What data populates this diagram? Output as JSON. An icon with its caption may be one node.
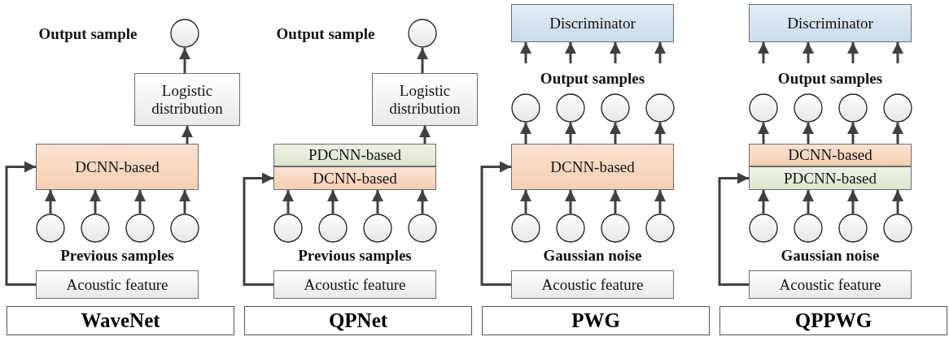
{
  "diagram": {
    "nodes": [
      {
        "text": [],
        "shape": "circle"
      },
      {
        "text": [
          "Logistic distribution"
        ]
      },
      {
        "text": [
          "DCNN-based"
        ]
      },
      {
        "text": [],
        "shape": "circle"
      },
      {
        "text": [],
        "shape": "circle"
      },
      {
        "text": [],
        "shape": "circle"
      },
      {
        "text": [],
        "shape": "circle"
      },
      {
        "text": [
          "Acoustic feature"
        ]
      },
      {
        "text": [
          "WaveNet"
        ]
      },
      {
        "text": [],
        "shape": "circle"
      },
      {
        "text": [
          "Logistic distribution"
        ]
      },
      {
        "text": [
          "PDCNN-based"
        ]
      },
      {
        "text": [
          "DCNN-based"
        ]
      },
      {
        "text": [],
        "shape": "circle"
      },
      {
        "text": [],
        "shape": "circle"
      },
      {
        "text": [],
        "shape": "circle"
      },
      {
        "text": [],
        "shape": "circle"
      },
      {
        "text": [
          "Acoustic feature"
        ]
      },
      {
        "text": [
          "QPNet"
        ]
      },
      {
        "text": [
          "Discriminator"
        ]
      },
      {
        "text": [],
        "shape": "circle"
      },
      {
        "text": [],
        "shape": "circle"
      },
      {
        "text": [],
        "shape": "circle"
      },
      {
        "text": [],
        "shape": "circle"
      },
      {
        "text": [
          "DCNN-based"
        ]
      },
      {
        "text": [],
        "shape": "circle"
      },
      {
        "text": [],
        "shape": "circle"
      },
      {
        "text": [],
        "shape": "circle"
      },
      {
        "text": [],
        "shape": "circle"
      },
      {
        "text": [
          "Acoustic feature"
        ]
      },
      {
        "text": [
          "PWG"
        ]
      },
      {
        "text": [
          "Discriminator"
        ]
      },
      {
        "text": [],
        "shape": "circle"
      },
      {
        "text": [],
        "shape": "circle"
      },
      {
        "text": [],
        "shape": "circle"
      },
      {
        "text": [],
        "shape": "circle"
      },
      {
        "text": [
          "DCNN-based"
        ]
      },
      {
        "text": [
          "PDCNN-based"
        ]
      },
      {
        "text": [],
        "shape": "circle"
      },
      {
        "text": [],
        "shape": "circle"
      },
      {
        "text": [],
        "shape": "circle"
      },
      {
        "text": [],
        "shape": "circle"
      },
      {
        "text": [
          "Acoustic feature"
        ]
      },
      {
        "text": [
          "QPPWG"
        ]
      }
    ],
    "edges": [
      {
        "from": 3,
        "to": 2,
        "arrow": "to"
      },
      {
        "from": 4,
        "to": 2,
        "arrow": "to"
      },
      {
        "from": 5,
        "to": 2,
        "arrow": "to"
      },
      {
        "from": 6,
        "to": 2,
        "arrow": "to"
      },
      {
        "from": 2,
        "to": 1,
        "arrow": "to"
      },
      {
        "from": 1,
        "to": 0,
        "arrow": "to"
      },
      {
        "from": 7,
        "to": 2,
        "arrow": "to"
      },
      {
        "from": 13,
        "to": 12,
        "arrow": "to"
      },
      {
        "from": 14,
        "to": 12,
        "arrow": "to"
      },
      {
        "from": 15,
        "to": 12,
        "arrow": "to"
      },
      {
        "from": 16,
        "to": 12,
        "arrow": "to"
      },
      {
        "from": 11,
        "to": 10,
        "arrow": "to"
      },
      {
        "from": 10,
        "to": 9,
        "arrow": "to"
      },
      {
        "from": 17,
        "to": 12,
        "arrow": "to"
      },
      {
        "from": null,
        "to": 19,
        "arrow": "to"
      },
      {
        "from": null,
        "to": 19,
        "arrow": "to"
      },
      {
        "from": null,
        "to": 19,
        "arrow": "to"
      },
      {
        "from": null,
        "to": 19,
        "arrow": "to"
      },
      {
        "from": 24,
        "to": 20,
        "arrow": "to"
      },
      {
        "from": 24,
        "to": 21,
        "arrow": "to"
      },
      {
        "from": 24,
        "to": 22,
        "arrow": "to"
      },
      {
        "from": 24,
        "to": 23,
        "arrow": "to"
      },
      {
        "from": 25,
        "to": 24,
        "arrow": "to"
      },
      {
        "from": 26,
        "to": 24,
        "arrow": "to"
      },
      {
        "from": 27,
        "to": 24,
        "arrow": "to"
      },
      {
        "from": 28,
        "to": 24,
        "arrow": "to"
      },
      {
        "from": 29,
        "to": 24,
        "arrow": "to"
      },
      {
        "from": null,
        "to": 31,
        "arrow": "to"
      },
      {
        "from": null,
        "to": 31,
        "arrow": "to"
      },
      {
        "from": null,
        "to": 31,
        "arrow": "to"
      },
      {
        "from": null,
        "to": 31,
        "arrow": "to"
      },
      {
        "from": 36,
        "to": 32,
        "arrow": "to"
      },
      {
        "from": 36,
        "to": 33,
        "arrow": "to"
      },
      {
        "from": 36,
        "to": 34,
        "arrow": "to"
      },
      {
        "from": 36,
        "to": 35,
        "arrow": "to"
      },
      {
        "from": 38,
        "to": 37,
        "arrow": "to"
      },
      {
        "from": 39,
        "to": 37,
        "arrow": "to"
      },
      {
        "from": 40,
        "to": 37,
        "arrow": "to"
      },
      {
        "from": 41,
        "to": 37,
        "arrow": "to"
      },
      {
        "from": 42,
        "to": 37,
        "arrow": "to"
      }
    ],
    "labels": [
      "Output sample",
      "Previous samples",
      "Output sample",
      "Previous samples",
      "Output samples",
      "Gaussian noise",
      "Output samples",
      "Gaussian noise"
    ]
  }
}
